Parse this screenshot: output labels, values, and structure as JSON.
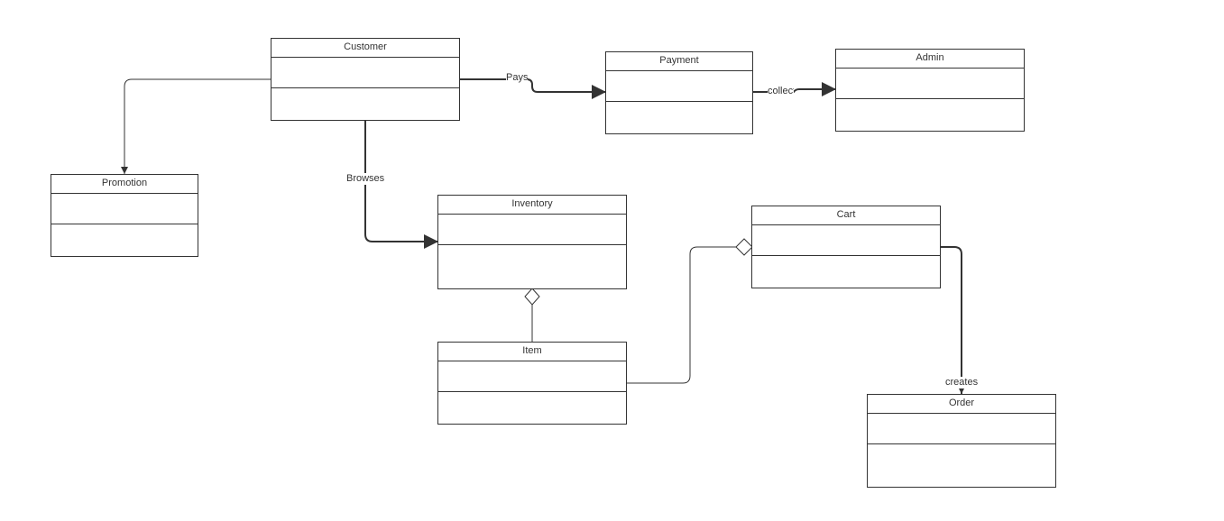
{
  "classes": {
    "customer": "Customer",
    "payment": "Payment",
    "admin": "Admin",
    "promotion": "Promotion",
    "inventory": "Inventory",
    "cart": "Cart",
    "item": "Item",
    "order": "Order"
  },
  "relationships": {
    "customer_payment": "Pays",
    "payment_admin": "collect",
    "customer_inventory": "Browses",
    "cart_order": "creates"
  },
  "colors": {
    "line": "#333333",
    "background": "#ffffff"
  }
}
